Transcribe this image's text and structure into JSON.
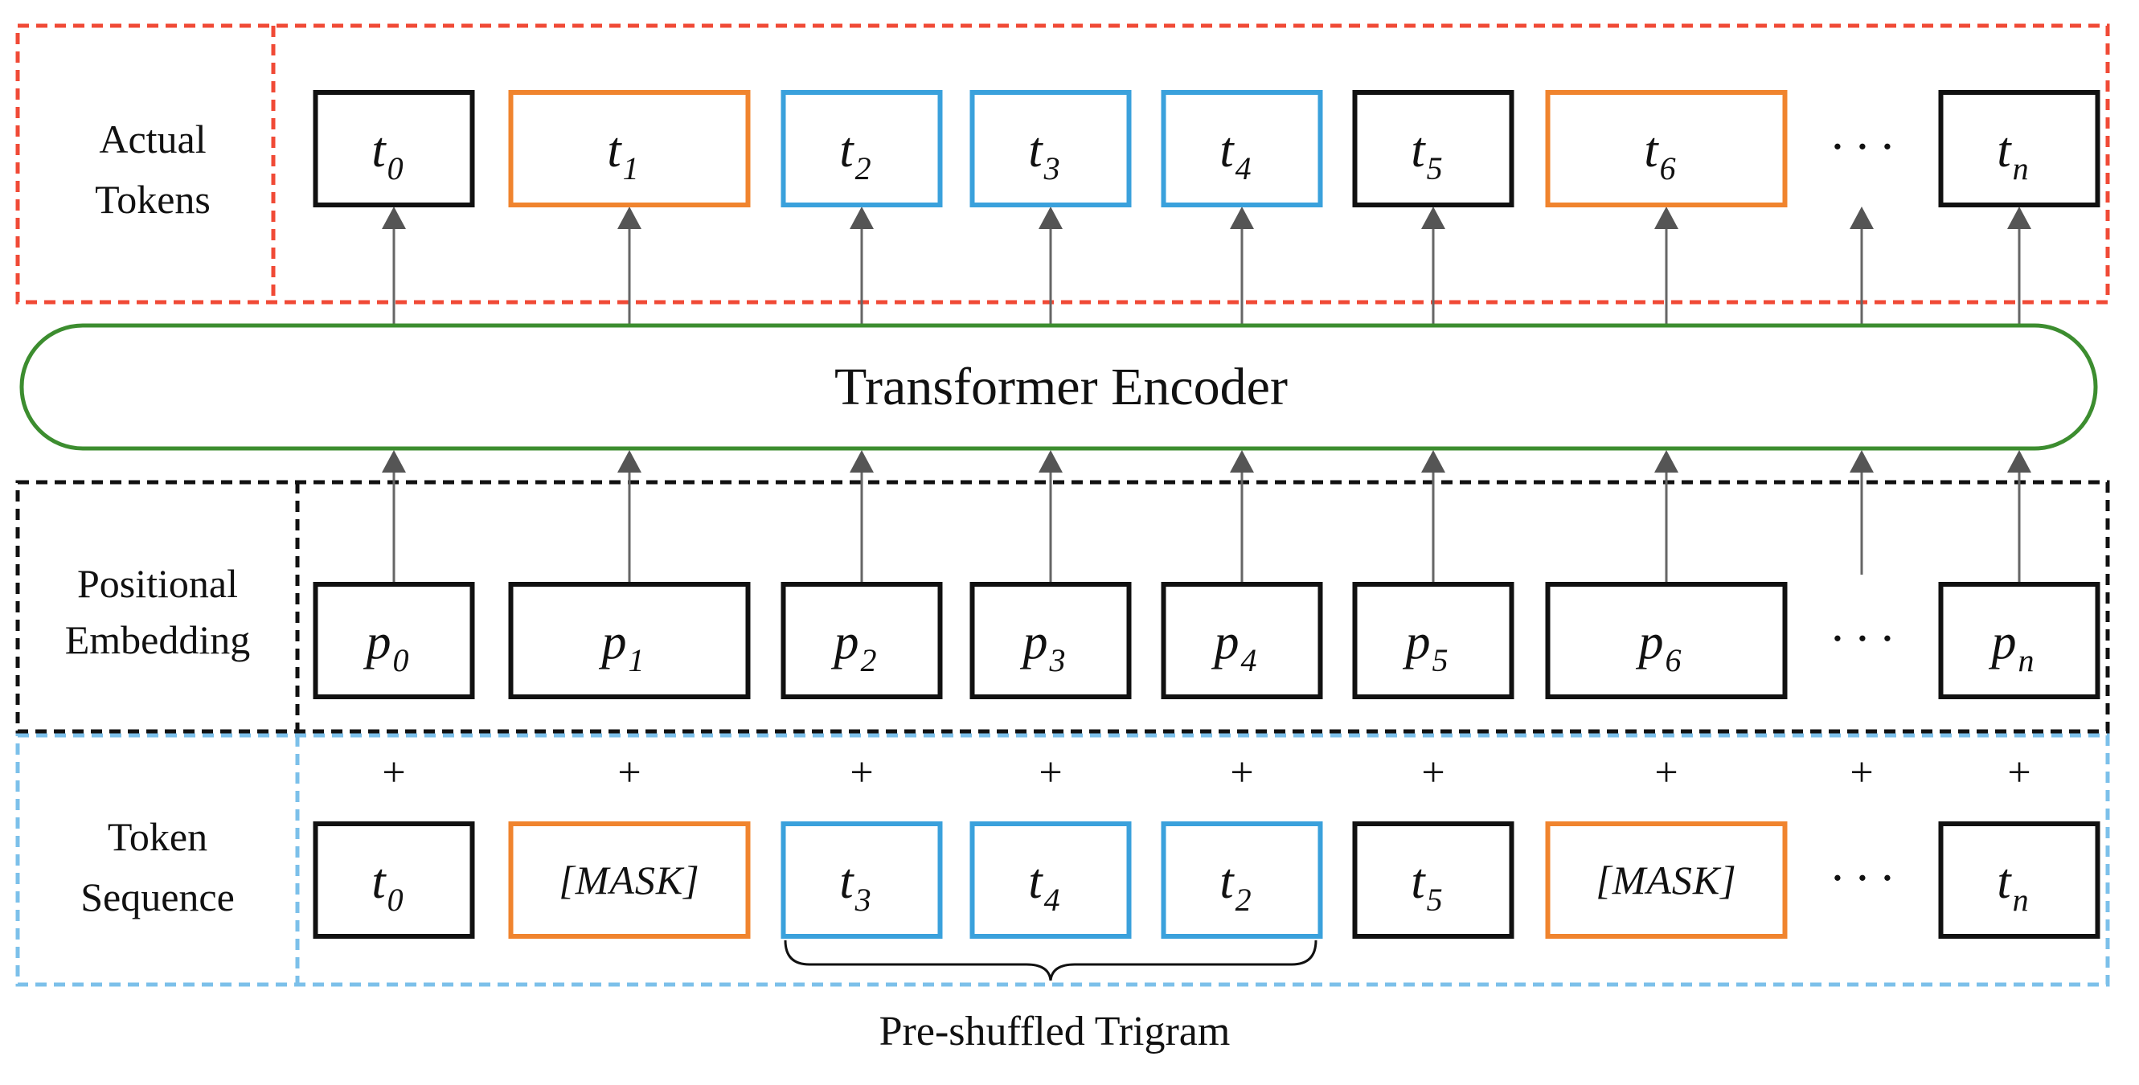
{
  "rows": {
    "actual_tokens": [
      "Actual",
      "Tokens"
    ],
    "positional_embedding": [
      "Positional",
      "Embedding"
    ],
    "token_sequence": [
      "Token",
      "Sequence"
    ]
  },
  "encoder_label": "Transformer Encoder",
  "ellipsis": "· · ·",
  "plus": "+",
  "caption": "Pre-shuffled Trigram",
  "colors": {
    "black": "#111111",
    "orange": "#f0842e",
    "blue": "#3aa1dc",
    "green": "#3c8d2f",
    "red_dashed": "#f04a36",
    "blue_dashed": "#7cc0ea",
    "arrow": "#666666"
  },
  "actual_tokens": [
    {
      "var": "t",
      "sub": "0",
      "color": "black"
    },
    {
      "var": "t",
      "sub": "1",
      "color": "orange"
    },
    {
      "var": "t",
      "sub": "2",
      "color": "blue"
    },
    {
      "var": "t",
      "sub": "3",
      "color": "blue"
    },
    {
      "var": "t",
      "sub": "4",
      "color": "blue"
    },
    {
      "var": "t",
      "sub": "5",
      "color": "black"
    },
    {
      "var": "t",
      "sub": "6",
      "color": "orange"
    },
    {
      "ellipsis": true
    },
    {
      "var": "t",
      "sub": "n",
      "color": "black"
    }
  ],
  "positional_embedding": [
    {
      "var": "p",
      "sub": "0",
      "color": "black"
    },
    {
      "var": "p",
      "sub": "1",
      "color": "black"
    },
    {
      "var": "p",
      "sub": "2",
      "color": "black"
    },
    {
      "var": "p",
      "sub": "3",
      "color": "black"
    },
    {
      "var": "p",
      "sub": "4",
      "color": "black"
    },
    {
      "var": "p",
      "sub": "5",
      "color": "black"
    },
    {
      "var": "p",
      "sub": "6",
      "color": "black"
    },
    {
      "ellipsis": true
    },
    {
      "var": "p",
      "sub": "n",
      "color": "black"
    }
  ],
  "token_sequence": [
    {
      "var": "t",
      "sub": "0",
      "color": "black"
    },
    {
      "text": "[MASK]",
      "color": "orange"
    },
    {
      "var": "t",
      "sub": "3",
      "color": "blue"
    },
    {
      "var": "t",
      "sub": "4",
      "color": "blue"
    },
    {
      "var": "t",
      "sub": "2",
      "color": "blue"
    },
    {
      "var": "t",
      "sub": "5",
      "color": "black"
    },
    {
      "text": "[MASK]",
      "color": "orange"
    },
    {
      "ellipsis": true
    },
    {
      "var": "t",
      "sub": "n",
      "color": "black"
    }
  ]
}
